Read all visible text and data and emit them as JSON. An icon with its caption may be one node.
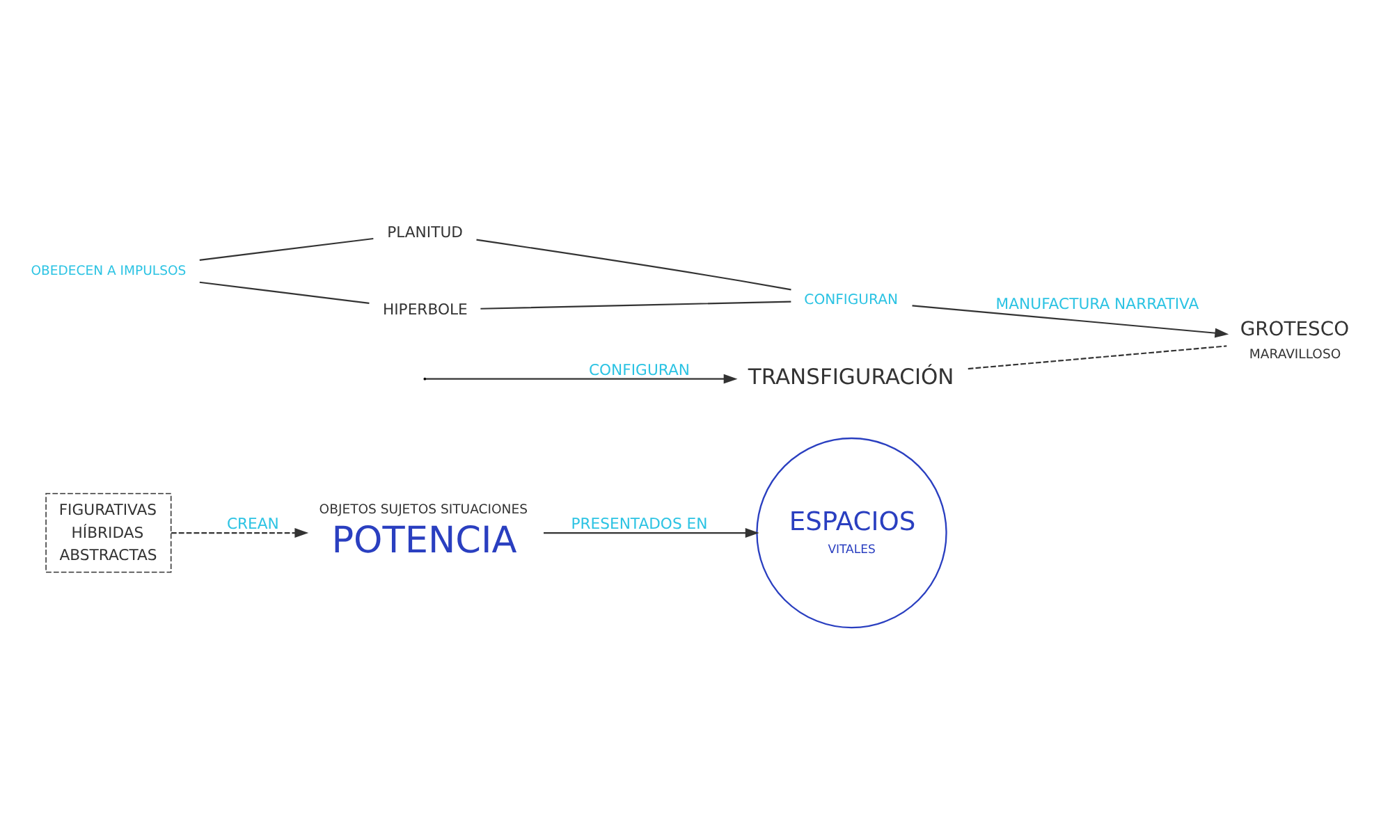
{
  "diagram": {
    "nodes": [
      {
        "text": [
          "OBJETOS SUJETOS SITUACIONES",
          "POTENCIA"
        ]
      },
      {
        "text": [
          "ESPACIOS",
          "VITALES"
        ]
      },
      {
        "text": [
          "TRANSFIGURACIÓN"
        ]
      },
      {
        "text": [
          "GROTESCO",
          "MARAVILLOSO"
        ]
      },
      {
        "text": [
          "FIGURATIVAS",
          "HÍBRIDAS",
          "ABSTRACTAS"
        ]
      },
      {
        "text": [
          "OBEDECEN A IMPULSOS"
        ]
      },
      {
        "text": [
          "PLANITUD"
        ]
      },
      {
        "text": [
          "HIPERBOLE"
        ]
      },
      {
        "text": [
          "CONFIGURAN"
        ]
      }
    ],
    "edges": [
      {
        "from": 0,
        "to": 1,
        "arrow": "to",
        "label": "PRESENTADOS EN"
      },
      {
        "from": 2,
        "to": 3,
        "arrow": "none",
        "style": "dashed"
      },
      {
        "from": 4,
        "to": 0,
        "arrow": "to",
        "label": "CREAN",
        "style": "dashed"
      },
      {
        "from": null,
        "to": 2,
        "arrow": "to",
        "label": "CONFIGURAN"
      },
      {
        "from": 5,
        "to": 6,
        "arrow": "none"
      },
      {
        "from": 5,
        "to": 7,
        "arrow": "none"
      },
      {
        "from": 6,
        "to": 8,
        "arrow": "none"
      },
      {
        "from": 7,
        "to": 8,
        "arrow": "none"
      },
      {
        "from": 8,
        "to": 3,
        "arrow": "to",
        "label": "MANUFACTURA NARRATIVA"
      }
    ]
  }
}
